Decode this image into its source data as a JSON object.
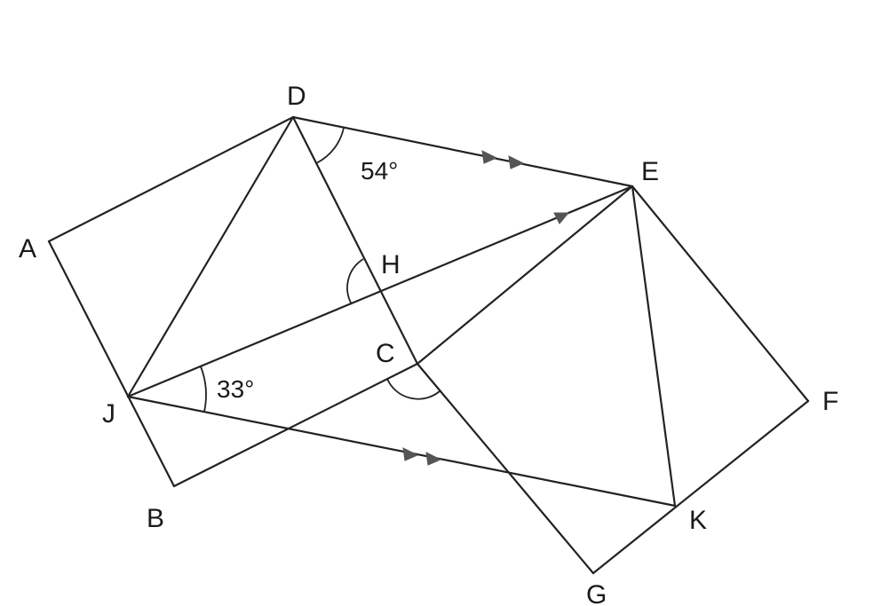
{
  "points": {
    "A": "A",
    "B": "B",
    "C": "C",
    "D": "D",
    "E": "E",
    "F": "F",
    "G": "G",
    "H": "H",
    "J": "J",
    "K": "K"
  },
  "angles": {
    "angle_D": "54°",
    "angle_J": "33°"
  },
  "line_color": "#222222",
  "arrow_color": "#555555"
}
